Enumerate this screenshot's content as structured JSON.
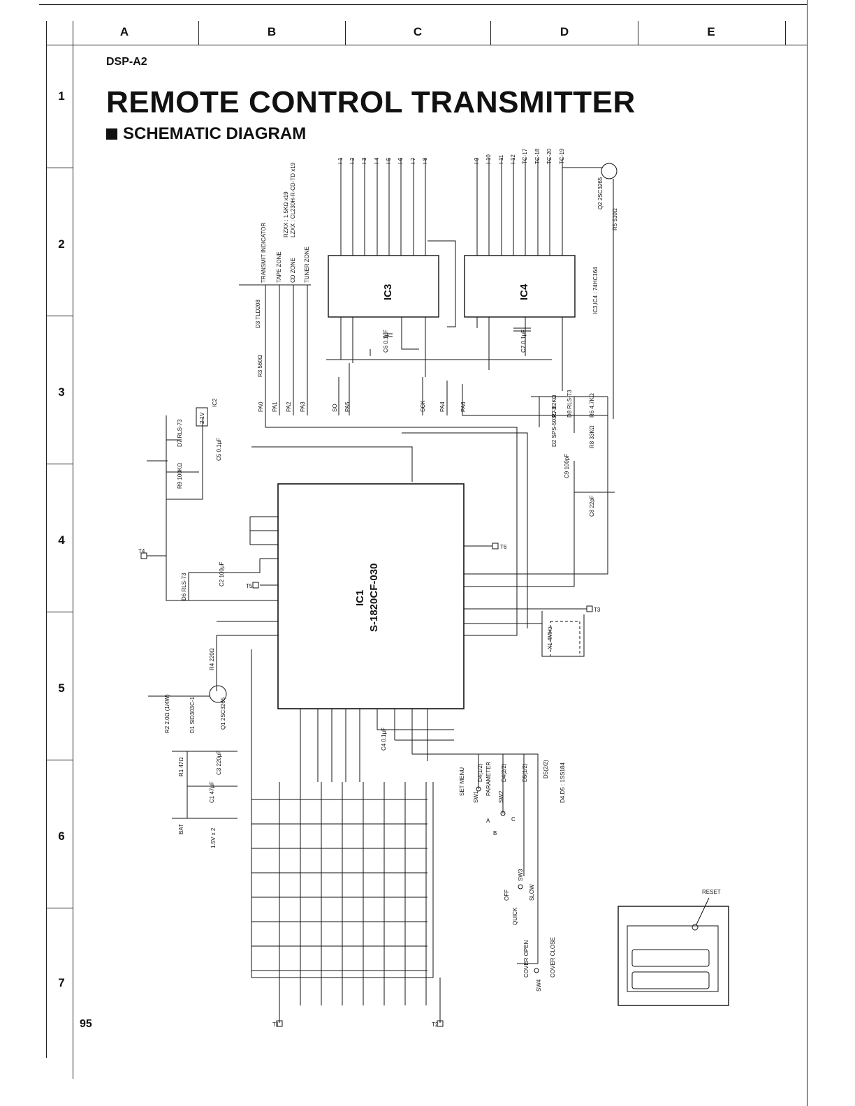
{
  "header": {
    "model": "DSP-A2",
    "title": "REMOTE CONTROL TRANSMITTER",
    "subtitle": "SCHEMATIC DIAGRAM"
  },
  "grid": {
    "columns": [
      "A",
      "B",
      "C",
      "D",
      "E"
    ],
    "rows": [
      "1",
      "2",
      "3",
      "4",
      "5",
      "6",
      "7"
    ]
  },
  "page_number": "95",
  "schematic": {
    "ic1": {
      "ref": "IC1",
      "part": "S-1820CF-030"
    },
    "ic3": {
      "ref": "IC3"
    },
    "ic4": {
      "ref": "IC4"
    },
    "ic34_note": "IC3,IC4 : 74HC164",
    "ic2": {
      "ref": "IC2",
      "value": "2.1V"
    },
    "indicator_notes": [
      "TRANSMIT INDICATOR",
      "TAPE ZONE",
      "CD ZONE",
      "TUNER ZONE"
    ],
    "rz_note": "RZXX : 1.5KΩ x19",
    "lz_note": "LZXX : CL230H-R-CD-TD x19",
    "components": {
      "r3": "R3 560Ω",
      "d3": "D3 TLD208",
      "r9": "R9 100KΩ",
      "d7": "D7 RLS-73",
      "c5": "C5 0.1µF",
      "d6": "D6 RLS-73",
      "c2": "C2 100µF",
      "r4": "R4 220Ω",
      "r2": "R2 2.0Ω (1/4W)",
      "d1": "D1 SID303C-1",
      "q1": "Q1 2SC3265",
      "r1": "R1 47Ω",
      "c3": "C3 220µF",
      "c1": "C1 47µF",
      "bat": "BAT",
      "bat_value": "1.5V x 2",
      "c4": "C4 0.1µF",
      "c6": "C6 0.1µF",
      "c7": "C7 0.1µF",
      "r7": "R7 82KΩ",
      "d8": "D8 RLS-73",
      "r6": "R6 4.7KΩ",
      "d2": "D2 SPS-503C-3",
      "r8": "R8 33KΩ",
      "c9": "C9 100pF",
      "c8": "C8 22pF",
      "x1": "X1 4MHz",
      "r5": "R5 510Ω",
      "q2": "Q2 2SC3265",
      "d45_note": "D4,D5 : 1SS184",
      "d4a": "D4(1/2)",
      "d4b": "D4(2/2)",
      "d5a": "D5(1/2)",
      "d5b": "D5(2/2)"
    },
    "test_points": [
      "T1",
      "T2",
      "T3",
      "T4",
      "T5",
      "T6"
    ],
    "ports_bottom": [
      "PA0",
      "PA1",
      "PA2",
      "PA3",
      "SO",
      "PA5",
      "SCK",
      "PA4",
      "PA6"
    ],
    "outputs_left": [
      "I-1",
      "I-2",
      "I-3",
      "I-4",
      "I-5",
      "I-6",
      "I-7",
      "I-8"
    ],
    "outputs_right": [
      "I-9",
      "I-10",
      "I-11",
      "I-12",
      "TC-17",
      "TC-18",
      "TC-20",
      "TC-19"
    ],
    "switches": {
      "sw1": "SW1",
      "sw1_a": "SET MENU",
      "sw1_b": "PARAMETER",
      "sw2": "SW2",
      "sw2_a": "A",
      "sw2_b": "B",
      "sw2_c": "C",
      "sw3": "SW3",
      "sw3_a": "OFF",
      "sw3_b": "SLOW",
      "sw3_c": "QUICK",
      "sw4": "SW4",
      "sw4_a": "COVER OPEN",
      "sw4_b": "COVER CLOSE"
    },
    "reset_label": "RESET"
  }
}
